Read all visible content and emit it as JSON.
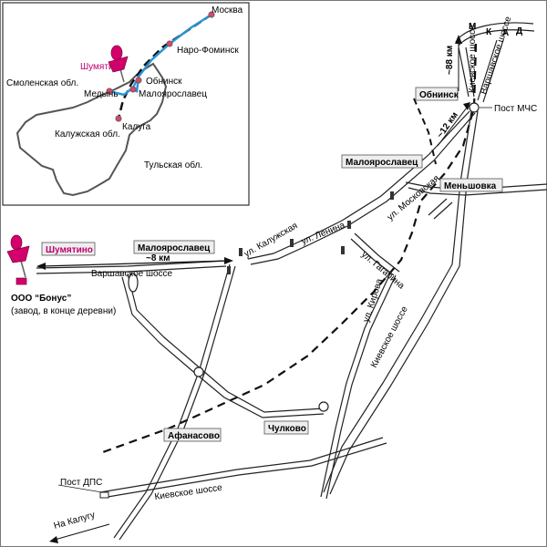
{
  "inset": {
    "moskva": "Москва",
    "naro_fominsk": "Наро-Фоминск",
    "shumyatino": "Шумятино",
    "smolenskaya": "Смоленская обл.",
    "medyn": "Медынь",
    "obninsk": "Обнинск",
    "maloyaroslavets": "Малоярославец",
    "kaluga": "Калуга",
    "kaluzhskaya": "Калужская обл.",
    "tulskaya": "Тульская обл."
  },
  "mkad": [
    "М",
    "К",
    "А",
    "Д"
  ],
  "roads": {
    "varshavskoe_top": "Варшавское шоссе",
    "kievskoe_top": "Киевское шоссе",
    "kievskoe_mid": "Киевское шоссе",
    "kievskoe_bottom": "Киевское шоссе",
    "varshavskoe_left": "Варшавское шоссе"
  },
  "distances": {
    "to_moscow": "~88 км",
    "obninsk_12": "~12 км",
    "shumyatino_8": "~8 км"
  },
  "places": {
    "obninsk": "Обнинск",
    "post_mchs": "Пост МЧС",
    "maloyaroslavets_right": "Малоярославец",
    "menshovka": "Меньшовка",
    "shumyatino": "Шумятино",
    "maloyaroslavets_left": "Малоярославец",
    "company": "ООО “Бонус”",
    "company_note": "(завод, в конце деревни)",
    "afanasovo": "Афанасово",
    "chulkovo": "Чулково",
    "post_dps": "Пост ДПС",
    "to_kaluga": "На Калугу"
  },
  "streets": {
    "moskovskaya": "ул. Московская",
    "kaluzhskaya": "ул. Калужская",
    "lenina": "ул. Ленина",
    "gagarina": "ул. Гагарина",
    "kirova": "ул. Кирова"
  },
  "colors": {
    "pin": "#d4006c",
    "route": "#2a93d5",
    "road": "#222222"
  }
}
